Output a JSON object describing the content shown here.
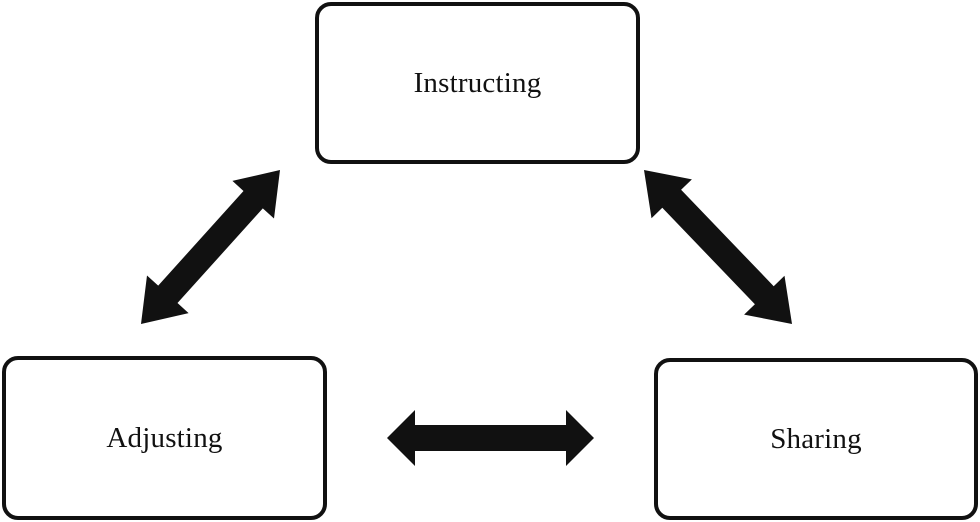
{
  "diagram": {
    "nodes": {
      "instructing": {
        "label": "Instructing"
      },
      "adjusting": {
        "label": "Adjusting"
      },
      "sharing": {
        "label": "Sharing"
      }
    },
    "edges": [
      {
        "from": "instructing",
        "to": "adjusting",
        "direction": "bidirectional"
      },
      {
        "from": "instructing",
        "to": "sharing",
        "direction": "bidirectional"
      },
      {
        "from": "adjusting",
        "to": "sharing",
        "direction": "bidirectional"
      }
    ],
    "colors": {
      "stroke": "#111111",
      "arrow_fill": "#111111",
      "background": "#ffffff"
    }
  }
}
